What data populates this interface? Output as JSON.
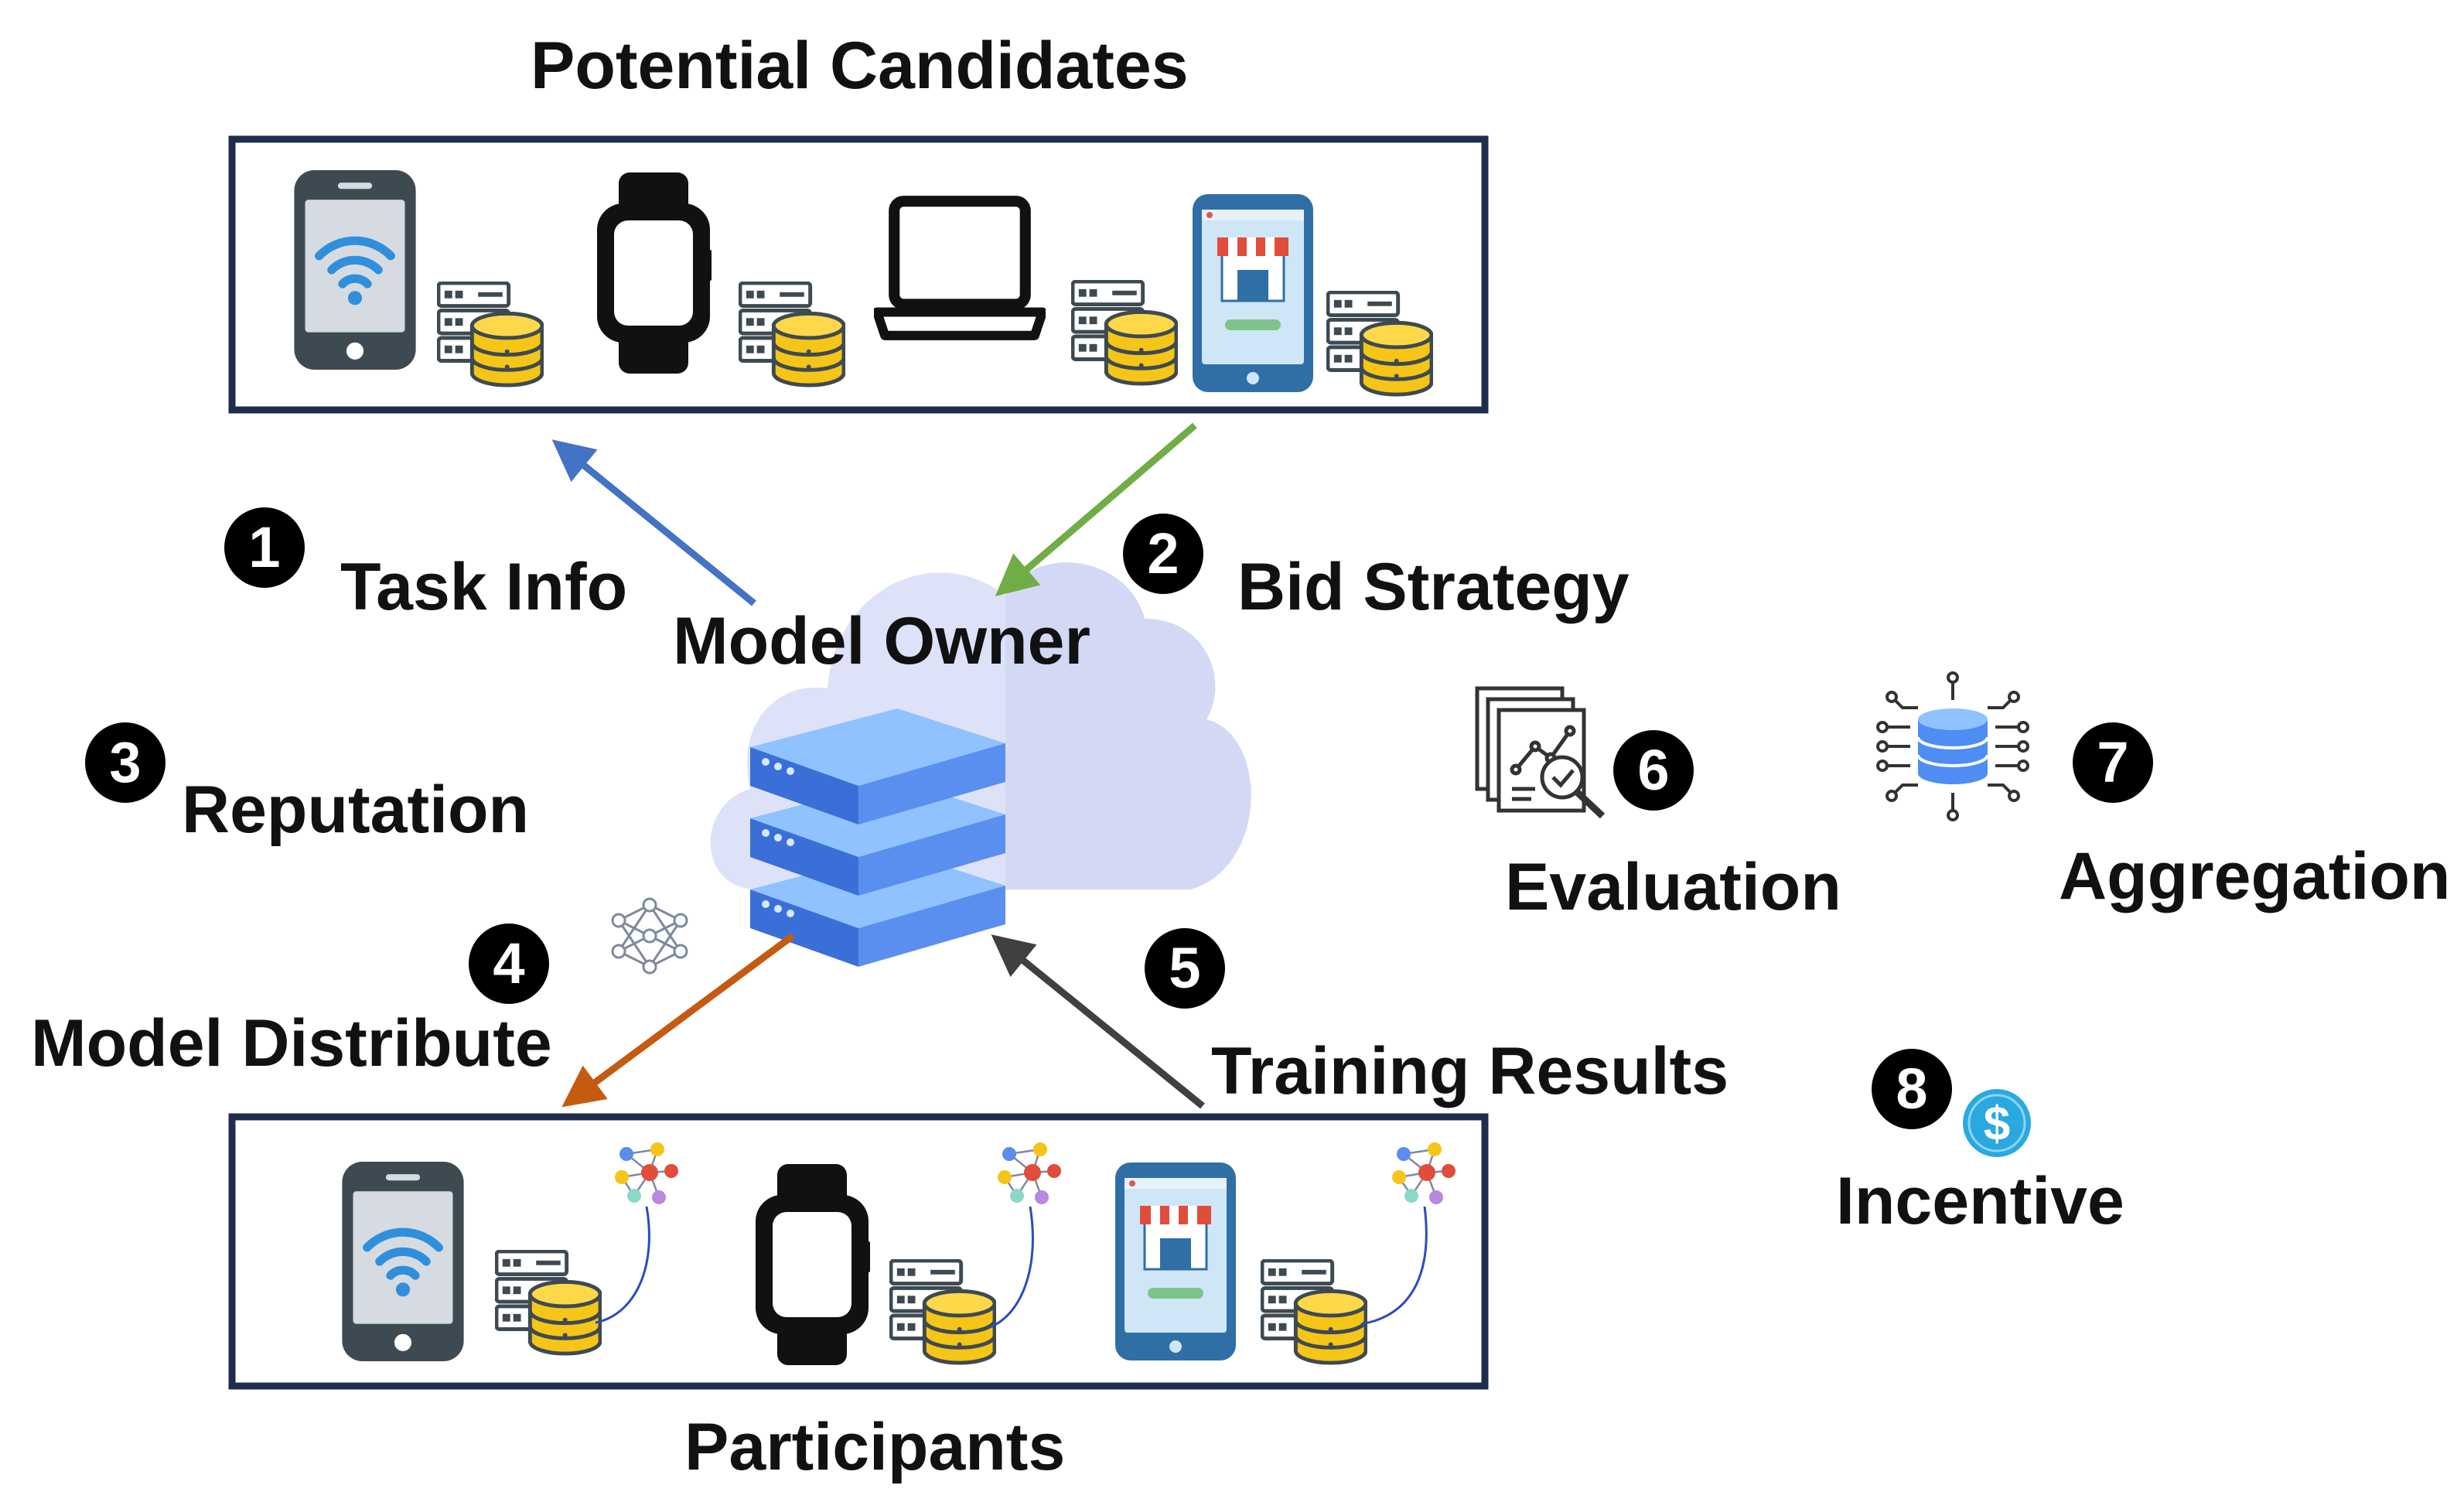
{
  "groups": {
    "candidates_title": "Potential Candidates",
    "participants_title": "Participants",
    "model_owner": "Model Owner"
  },
  "steps": [
    {
      "num": "1",
      "label": "Task Info"
    },
    {
      "num": "2",
      "label": "Bid Strategy"
    },
    {
      "num": "3",
      "label": "Reputation"
    },
    {
      "num": "4",
      "label": "Model Distribute"
    },
    {
      "num": "5",
      "label": "Training Results"
    },
    {
      "num": "6",
      "label": "Evaluation"
    },
    {
      "num": "7",
      "label": "Aggregation"
    },
    {
      "num": "8",
      "label": "Incentive"
    }
  ],
  "icons": {
    "phone": "smartphone-wifi-icon",
    "watch": "smartwatch-icon",
    "laptop": "laptop-icon",
    "tablet": "tablet-store-icon",
    "database": "server-database-icon",
    "cloud": "cloud-icon",
    "server": "server-stack-icon",
    "network": "neural-network-icon",
    "evaluation": "document-magnifier-icon",
    "aggregation": "database-hub-icon",
    "incentive": "dollar-coin-icon"
  },
  "colors": {
    "box_border": "#1f2d4d",
    "arrow_task_info": "#4472c4",
    "arrow_bid": "#70ad47",
    "arrow_distribute": "#c55a11",
    "arrow_results": "#404040",
    "coin": "#29a9e0",
    "server_blue": "#4f8df5",
    "cloud": "#dde2f8"
  }
}
